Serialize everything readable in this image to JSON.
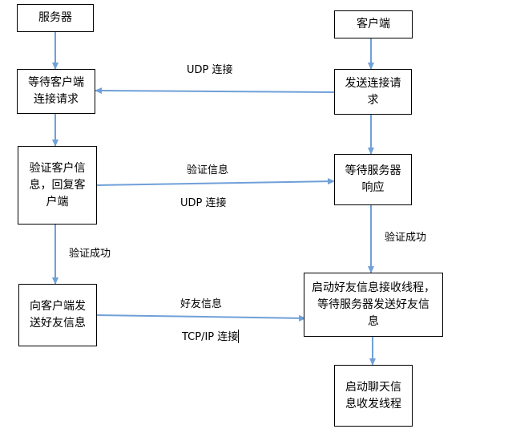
{
  "nodes": {
    "server": "服务器",
    "client": "客户端",
    "wait_client": "等待客户端\n连接请求",
    "send_request": "发送连接请\n求",
    "verify_client": "验证客户信\n息，回复客\n户端",
    "wait_server": "等待服务器\n响应",
    "send_friends": "向客户端发\n送好友信息",
    "start_friend_thread": "启动好友信息接收线程，\n等待服务器发送好友信\n息",
    "start_chat_thread": "启动聊天信\n息收发线程"
  },
  "labels": {
    "udp_connect_top": "UDP 连接",
    "verify_info": "验证信息",
    "udp_connect_mid": "UDP 连接",
    "verify_success_left": "验证成功",
    "verify_success_right": "验证成功",
    "friend_info": "好友信息",
    "tcpip_connect": "TCP/IP 连接"
  },
  "colors": {
    "arrow": "#6fa0d8",
    "border": "#000000"
  }
}
